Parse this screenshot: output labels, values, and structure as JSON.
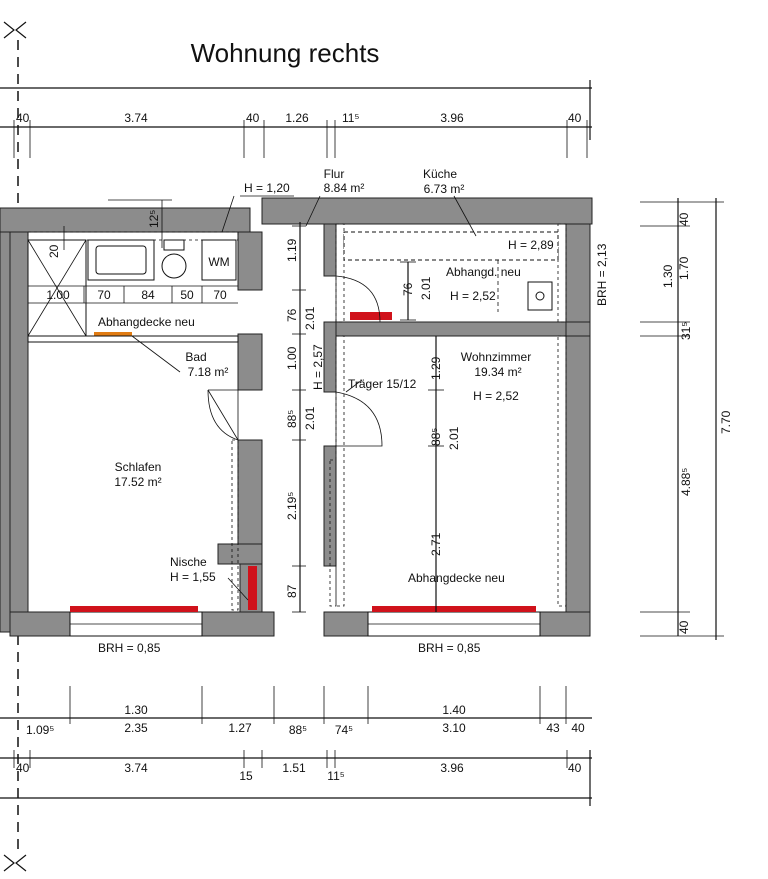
{
  "title": "Wohnung rechts",
  "rooms": {
    "flur": {
      "name": "Flur",
      "area": "8.84 m²"
    },
    "kueche": {
      "name": "Küche",
      "area": "6.73 m²"
    },
    "bad": {
      "name": "Bad",
      "area": "7.18 m²"
    },
    "schlafen": {
      "name": "Schlafen",
      "area": "17.52 m²"
    },
    "wohnzimmer": {
      "name": "Wohnzimmer",
      "area": "19.34 m²",
      "height": "H = 2,52"
    }
  },
  "annotations": {
    "h_120": "H = 1,20",
    "h_289": "H = 2,89",
    "abhangd_neu": "Abhangd. neu",
    "h_252_kueche": "H = 2,52",
    "abhangdecke_bad": "Abhangdecke neu",
    "traeger": "Träger 15/12",
    "h257": "H = 2,57",
    "nische": "Nische",
    "h155": "H = 1,55",
    "abhangdecke_wohn": "Abhangdecke neu",
    "brh_left": "BRH = 0,85",
    "brh_right": "BRH = 0,85",
    "brh_213": "BRH = 2,13",
    "wm": "WM"
  },
  "top_dims": [
    "40",
    "3.74",
    "40",
    "1.26",
    "11⁵",
    "3.96",
    "40"
  ],
  "bath_dims": [
    "1.00",
    "70",
    "84",
    "50",
    "70",
    "20",
    "12⁵"
  ],
  "vertical_dims": [
    "1.19",
    "76",
    "2.01",
    "1.00",
    "88⁵",
    "2.01",
    "2.19⁵",
    "87",
    "76",
    "2.01",
    "1.29",
    "88⁵",
    "2.01",
    "2.71"
  ],
  "right_dims": [
    "40",
    "1.70",
    "1.30",
    "31⁵",
    "4.88⁵",
    "40",
    "7.70"
  ],
  "bottom_dims": {
    "row1": [
      "1.30",
      "1.40"
    ],
    "row2": [
      "1.09⁵",
      "2.35",
      "1.27",
      "88⁵",
      "74⁵",
      "3.10",
      "43",
      "40"
    ],
    "row3": [
      "40",
      "3.74",
      "15",
      "1.51",
      "11⁵",
      "3.96",
      "40"
    ]
  }
}
